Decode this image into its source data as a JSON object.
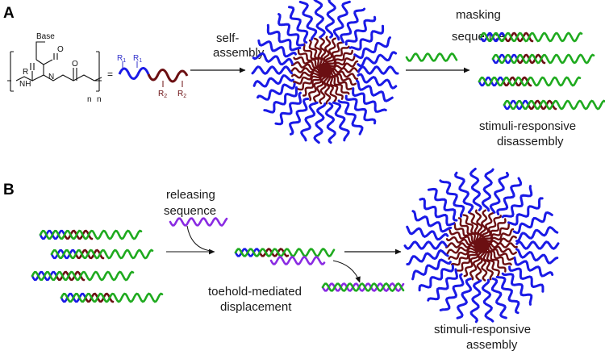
{
  "panels": {
    "a": {
      "letter": "A",
      "monomer": {
        "base_label": "Base",
        "r_label": "R",
        "nh_label": "NH",
        "n_label": "N",
        "n_index": "n",
        "equals": "="
      },
      "strand_labels": {
        "r1": "R",
        "r1_sub": "1",
        "r2": "R",
        "r2_sub": "2"
      },
      "self_assembly": [
        "self-",
        "assembly"
      ],
      "masking": [
        "masking",
        "sequence"
      ],
      "result": [
        "stimuli-responsive",
        "disassembly"
      ]
    },
    "b": {
      "letter": "B",
      "releasing": [
        "releasing",
        "sequence"
      ],
      "toehold": [
        "toehold-mediated",
        "displacement"
      ],
      "result": [
        "stimuli-responsive",
        "assembly"
      ]
    }
  },
  "colors": {
    "hydrophilic_block": "#1a1ae6",
    "hydrophobic_block": "#6b0f12",
    "masking_strand": "#1faa1f",
    "releasing_strand": "#8a2be2",
    "monomer_r1": "#3333cc",
    "monomer_r2": "#6b0f12"
  },
  "icons": [
    "micelle",
    "wavy-strand",
    "duplex",
    "curved-arrow",
    "straight-arrow"
  ]
}
